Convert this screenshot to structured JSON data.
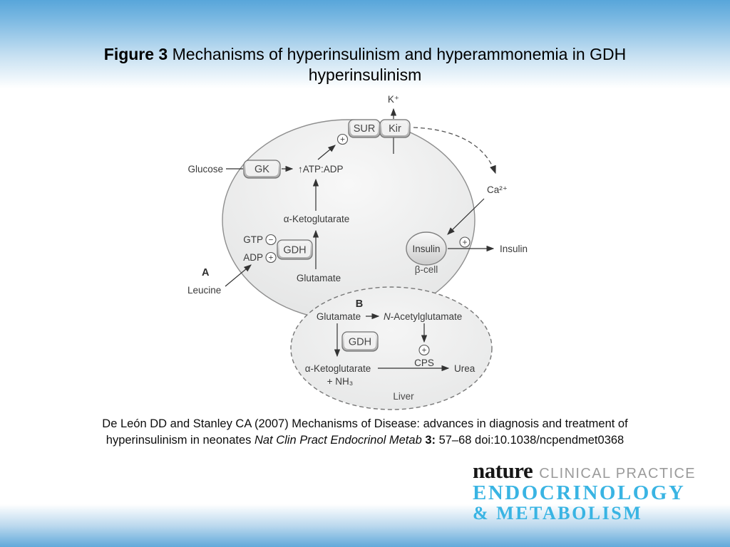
{
  "colors": {
    "banner_blue": "#5fa9db",
    "logo_accent": "#39b4e3",
    "logo_gray": "#9b9b9b"
  },
  "title": {
    "bold": "Figure 3",
    "line1_rest": " Mechanisms of hyperinsulinism and hyperammonemia in GDH",
    "line2": "hyperinsulinism"
  },
  "citation": {
    "line1": "De León DD and Stanley CA (2007) Mechanisms of Disease: advances in diagnosis and treatment of",
    "line2_plain": "hyperinsulinism in neonates ",
    "line2_journal": "Nat Clin Pract Endocrinol Metab ",
    "line2_volume": "3:",
    "line2_pages": " 57–68 doi:10.1038/ncpendmet0368"
  },
  "logo": {
    "brand": "nature",
    "brand_suffix": "CLINICAL PRACTICE",
    "journal_line1": "ENDOCRINOLOGY",
    "journal_line2": "& METABOLISM"
  },
  "diagram": {
    "panel_a": {
      "label": "A",
      "k_ion": "K⁺",
      "sur": "SUR",
      "kir": "Kir",
      "glucose": "Glucose",
      "gk": "GK",
      "atp_ratio": "↑ATP:ADP",
      "alpha_ketoglutarate": "α-Ketoglutarate",
      "gtp": "GTP",
      "adp": "ADP",
      "gdh": "GDH",
      "glutamate": "Glutamate",
      "leucine": "Leucine",
      "ca_ion": "Ca²⁺",
      "insulin_granule": "Insulin",
      "insulin_secreted": "Insulin",
      "cell_name": "β-cell"
    },
    "panel_b": {
      "label": "B",
      "glutamate": "Glutamate",
      "n_acetyl_italic": "N",
      "n_acetyl_rest": "-Acetylglutamate",
      "gdh": "GDH",
      "alpha_ketoglutarate": "α-Ketoglutarate",
      "ammonia": "+ NH₃",
      "cps": "CPS",
      "urea": "Urea",
      "cell_name": "Liver"
    },
    "signs": {
      "plus": "+",
      "minus": "−"
    }
  }
}
